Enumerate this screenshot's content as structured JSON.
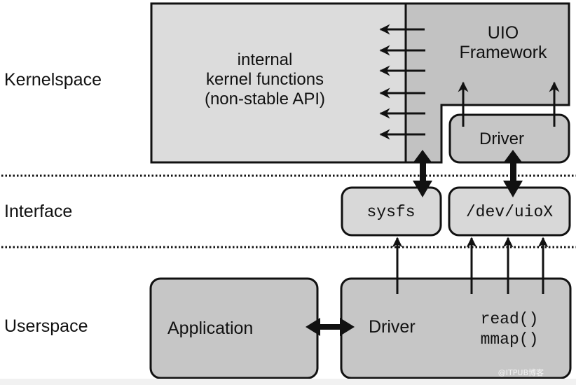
{
  "layers": {
    "kernelspace": "Kernelspace",
    "interface": "Interface",
    "userspace": "Userspace"
  },
  "kernel_functions": {
    "line1": "internal",
    "line2": "kernel functions",
    "line3": "(non-stable API)"
  },
  "uio_framework": {
    "line1": "UIO",
    "line2": "Framework"
  },
  "kernel_driver": "Driver",
  "sysfs": "sysfs",
  "dev_uio": "/dev/uioX",
  "application": "Application",
  "user_driver": {
    "label": "Driver",
    "call1": "read()",
    "call2": "mmap()"
  },
  "watermark": "@ITPUB博客",
  "colors": {
    "kernel_functions_fill": "#dcdcdc",
    "uio_fill": "#c2c2c2",
    "box_fill": "#c6c6c6",
    "interface_fill": "#d8d8d8",
    "stroke": "#111111"
  }
}
